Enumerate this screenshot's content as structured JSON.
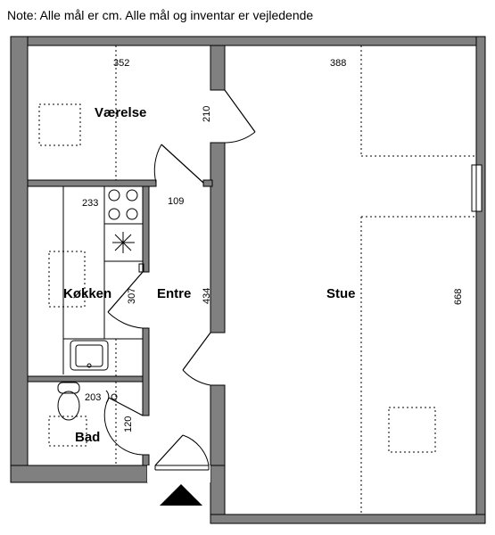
{
  "note": "Note: Alle mål er cm. Alle mål og inventar er vejledende",
  "rooms": {
    "vaerelse": "Værelse",
    "kokken": "Køkken",
    "entre": "Entre",
    "stue": "Stue",
    "bad": "Bad"
  },
  "dimensions": {
    "vaerelse_width": "352",
    "stue_width": "388",
    "door_210": "210",
    "entre_109": "109",
    "kokken_233": "233",
    "kokken_307": "307",
    "entre_434": "434",
    "stue_668": "668",
    "bad_203": "203",
    "bad_120": "120"
  }
}
